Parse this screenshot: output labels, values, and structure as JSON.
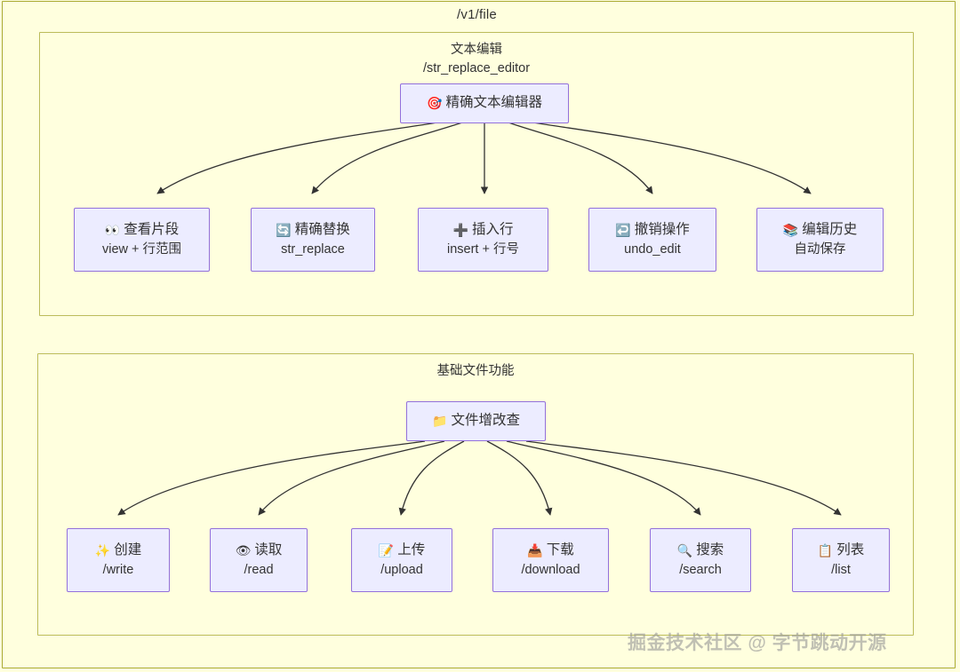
{
  "diagram": {
    "title": "/v1/file",
    "watermark": "掘金技术社区 @ 字节跳动开源",
    "colors": {
      "canvas": "#ffffde",
      "frame_border": "#aaaa33",
      "subgraph_border": "#bcbc5a",
      "node_fill": "#ececff",
      "node_border": "#9370db",
      "edge": "#333333",
      "text": "#333333"
    }
  },
  "subgraphs": [
    {
      "id": "editor",
      "title_line1": "文本编辑",
      "title_line2": "/str_replace_editor",
      "root": {
        "icon": "🎯",
        "icon_name": "target-icon",
        "label": "精确文本编辑器"
      },
      "children": [
        {
          "icon": "👀",
          "icon_name": "eyes-icon",
          "label": "查看片段",
          "sub": "view + 行范围"
        },
        {
          "icon": "🔄",
          "icon_name": "refresh-icon",
          "label": "精确替换",
          "sub": "str_replace"
        },
        {
          "icon": "➕",
          "icon_name": "plus-icon",
          "label": "插入行",
          "sub": "insert + 行号"
        },
        {
          "icon": "↩️",
          "icon_name": "undo-icon",
          "label": "撤销操作",
          "sub": "undo_edit"
        },
        {
          "icon": "📚",
          "icon_name": "books-icon",
          "label": "编辑历史",
          "sub": "自动保存"
        }
      ]
    },
    {
      "id": "basic",
      "title_line1": "基础文件功能",
      "title_line2": "",
      "root": {
        "icon": "📁",
        "icon_name": "folder-icon",
        "label": "文件增改查"
      },
      "children": [
        {
          "icon": "✨",
          "icon_name": "sparkles-icon",
          "label": "创建",
          "sub": "/write"
        },
        {
          "icon": "👁",
          "icon_name": "eye-icon",
          "label": "读取",
          "sub": "/read"
        },
        {
          "icon": "📝",
          "icon_name": "memo-icon",
          "label": "上传",
          "sub": "/upload"
        },
        {
          "icon": "📥",
          "icon_name": "inbox-tray-icon",
          "label": "下载",
          "sub": "/download"
        },
        {
          "icon": "🔍",
          "icon_name": "magnifier-icon",
          "label": "搜索",
          "sub": "/search"
        },
        {
          "icon": "📋",
          "icon_name": "clipboard-icon",
          "label": "列表",
          "sub": "/list"
        }
      ]
    }
  ]
}
